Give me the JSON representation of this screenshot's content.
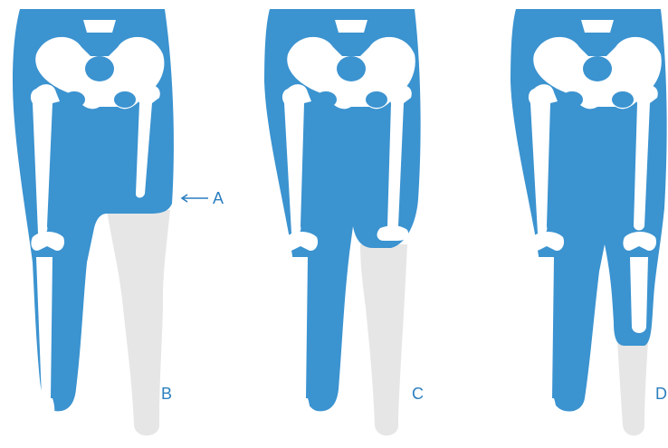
{
  "labels": {
    "a": "A",
    "b": "B",
    "c": "C",
    "d": "D"
  },
  "colors": {
    "body_blue": "#3b93d0",
    "bone_white": "#ffffff",
    "phantom_grey": "#e6e6e6",
    "label_blue": "#2c7fbf"
  },
  "figures": [
    {
      "id": "figure-b",
      "label": "B"
    },
    {
      "id": "figure-c",
      "label": "C"
    },
    {
      "id": "figure-d",
      "label": "D"
    }
  ]
}
